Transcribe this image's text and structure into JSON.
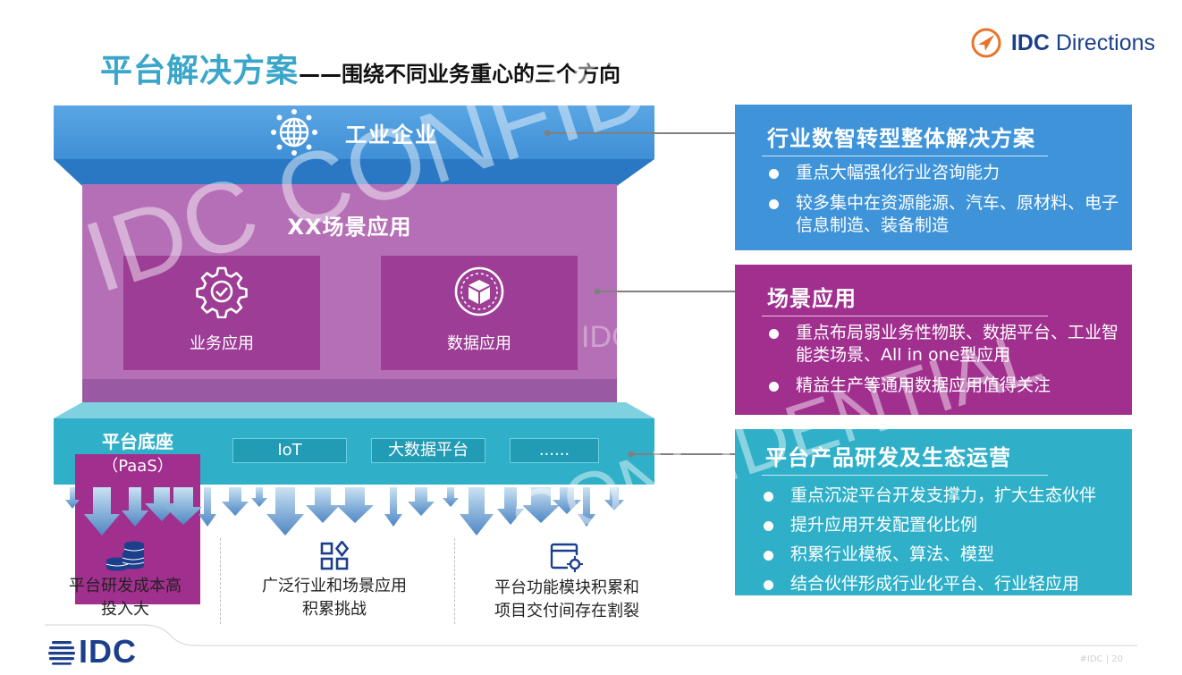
{
  "title": {
    "main": "平台解决方案",
    "sub": "——围绕不同业务重心的三个方向"
  },
  "brand": {
    "name_bold": "IDC",
    "name_rest": " Directions",
    "icon": "compass-icon",
    "color": "#1c3f8c",
    "accent": "#e8742a"
  },
  "diagram": {
    "top_label": "工业企业",
    "top_icon": "globe-icon",
    "scene_title": "XX场景应用",
    "apps": [
      {
        "label": "业务应用",
        "icon": "gear-check-icon"
      },
      {
        "label": "数据应用",
        "icon": "cube-icon"
      }
    ],
    "paas_label": "平台底座",
    "paas_sub": "（PaaS）",
    "paas_chips": [
      "IoT",
      "大数据平台",
      "......"
    ],
    "colors": {
      "top": "#3f8fd6",
      "scene": "#b56fb6",
      "app": "#9d3d95",
      "paas": "#2fb0c8"
    }
  },
  "challenges": [
    {
      "line1": "平台研发成本高",
      "line2": "投入大",
      "icon": "coins-stack-icon"
    },
    {
      "line1": "广泛行业和场景应用",
      "line2": "积累挑战",
      "icon": "grid-diamond-icon"
    },
    {
      "line1": "平台功能模块积累和",
      "line2": "项目交付间存在割裂",
      "icon": "window-gear-icon"
    }
  ],
  "panels": [
    {
      "title": "行业数智转型整体解决方案",
      "color": "#3f94d9",
      "bullets": [
        "重点大幅强化行业咨询能力",
        "较多集中在资源能源、汽车、原材料、电子信息制造、装备制造"
      ]
    },
    {
      "title": "场景应用",
      "color": "#a02f8e",
      "bullets": [
        "重点布局弱业务性物联、数据平台、工业智能类场景、All in one型应用",
        "精益生产等通用数据应用值得关注"
      ]
    },
    {
      "title": "平台产品研发及生态运营",
      "color": "#2fb0c8",
      "bullets": [
        "重点沉淀平台开发支撑力，扩大生态伙伴",
        "提升应用开发配置化比例",
        "积累行业模板、算法、模型",
        "结合伙伴形成行业化平台、行业轻应用"
      ]
    }
  ],
  "watermark": {
    "line1": "IDC CONFIDENTIAL",
    "line2": "CONFIDENTIAL",
    "small": "IDC"
  },
  "footer": {
    "logo_text": "IDC",
    "page": "#IDC | 20"
  }
}
